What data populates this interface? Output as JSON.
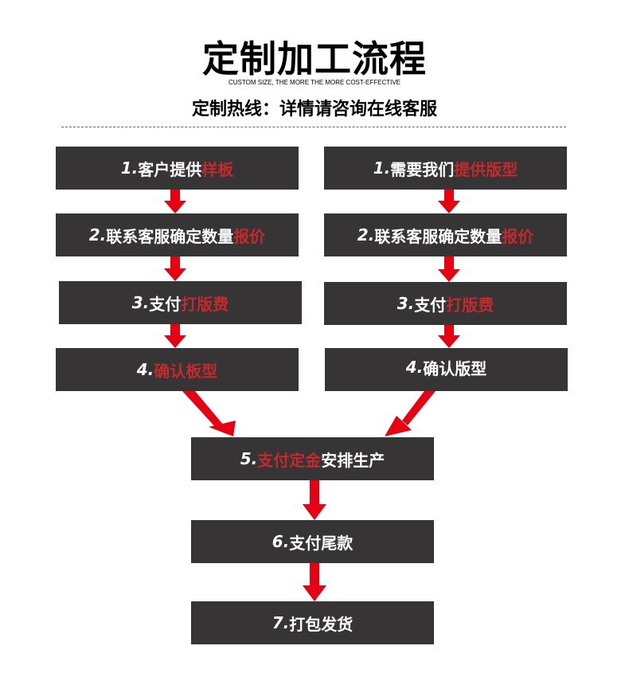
{
  "header": {
    "title": "定制加工流程",
    "subtitle": "CUSTOM SIZE, THE MORE THE MORE COST-EFFECTIVE",
    "hotline": "定制热线：详情请咨询在线客服"
  },
  "left": [
    {
      "num": "1.",
      "a": "客户提供",
      "b": "样板",
      "c": ""
    },
    {
      "num": "2.",
      "a": "联系客服确定数量",
      "b": "报价",
      "c": ""
    },
    {
      "num": "3.",
      "a": "支付",
      "b": "打版费",
      "c": ""
    },
    {
      "num": "4.",
      "a": "",
      "b": "确认板型",
      "c": ""
    }
  ],
  "right": [
    {
      "num": "1.",
      "a": "需要我们",
      "b": "提供版型",
      "c": ""
    },
    {
      "num": "2.",
      "a": "联系客服确定数量",
      "b": "报价",
      "c": ""
    },
    {
      "num": "3.",
      "a": "支付",
      "b": "打版费",
      "c": ""
    },
    {
      "num": "4.",
      "a": "确认版型",
      "b": "",
      "c": ""
    }
  ],
  "center": [
    {
      "num": "5.",
      "a": "",
      "b": "支付定金",
      "c": "安排生产"
    },
    {
      "num": "6.",
      "a": "支付尾款",
      "b": "",
      "c": ""
    },
    {
      "num": "7.",
      "a": "打包发货",
      "b": "",
      "c": ""
    }
  ],
  "colors": {
    "box": "#363434",
    "highlight": "#c22a2e",
    "arrow": "#e60012"
  }
}
